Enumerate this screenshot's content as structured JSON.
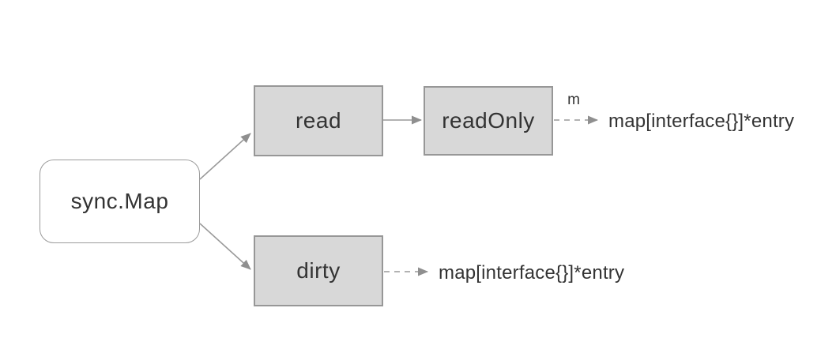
{
  "diagram": {
    "nodes": {
      "root": {
        "label": "sync.Map"
      },
      "read": {
        "label": "read"
      },
      "read_only": {
        "label": "readOnly"
      },
      "dirty": {
        "label": "dirty"
      }
    },
    "labels": {
      "m": "m",
      "read_only_target": "map[interface{}]*entry",
      "dirty_target": "map[interface{}]*entry"
    },
    "colors": {
      "background": "#ffffff",
      "box_fill": "#d8d8d8",
      "box_border": "#979797",
      "root_fill": "#ffffff",
      "root_border": "#9b9b9b",
      "edge_line": "#999999",
      "arrowhead": "#8f8f8f",
      "text": "#333333"
    }
  }
}
